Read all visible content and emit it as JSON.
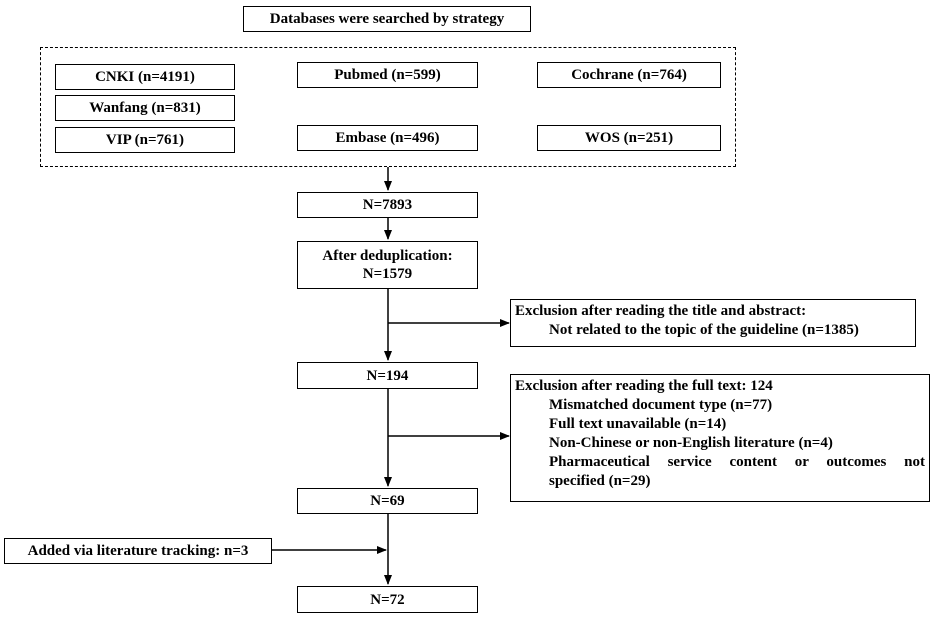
{
  "search": {
    "title": "Databases were searched by strategy"
  },
  "databases": {
    "cnki": "CNKI (n=4191)",
    "pubmed": "Pubmed (n=599)",
    "cochrane": "Cochrane (n=764)",
    "wanfang": "Wanfang (n=831)",
    "vip": "VIP (n=761)",
    "embase": "Embase (n=496)",
    "wos": "WOS (n=251)"
  },
  "steps": {
    "total": "N=7893",
    "dedup_label": "After deduplication:",
    "dedup_count": "N=1579",
    "screened": "N=194",
    "fulltext": "N=69",
    "final": "N=72"
  },
  "exclusion_title_abstract": {
    "heading": "Exclusion after reading the title and abstract:",
    "reason": "Not related to the topic of the guideline (n=1385)"
  },
  "exclusion_fulltext": {
    "heading": "Exclusion after reading the full text: 124",
    "reasons": [
      "Mismatched document type (n=77)",
      "Full text unavailable (n=14)",
      "Non-Chinese or non-English literature (n=4)",
      "Pharmaceutical service content or outcomes not",
      "specified (n=29)"
    ]
  },
  "added": {
    "label": "Added via literature tracking: n=3"
  }
}
